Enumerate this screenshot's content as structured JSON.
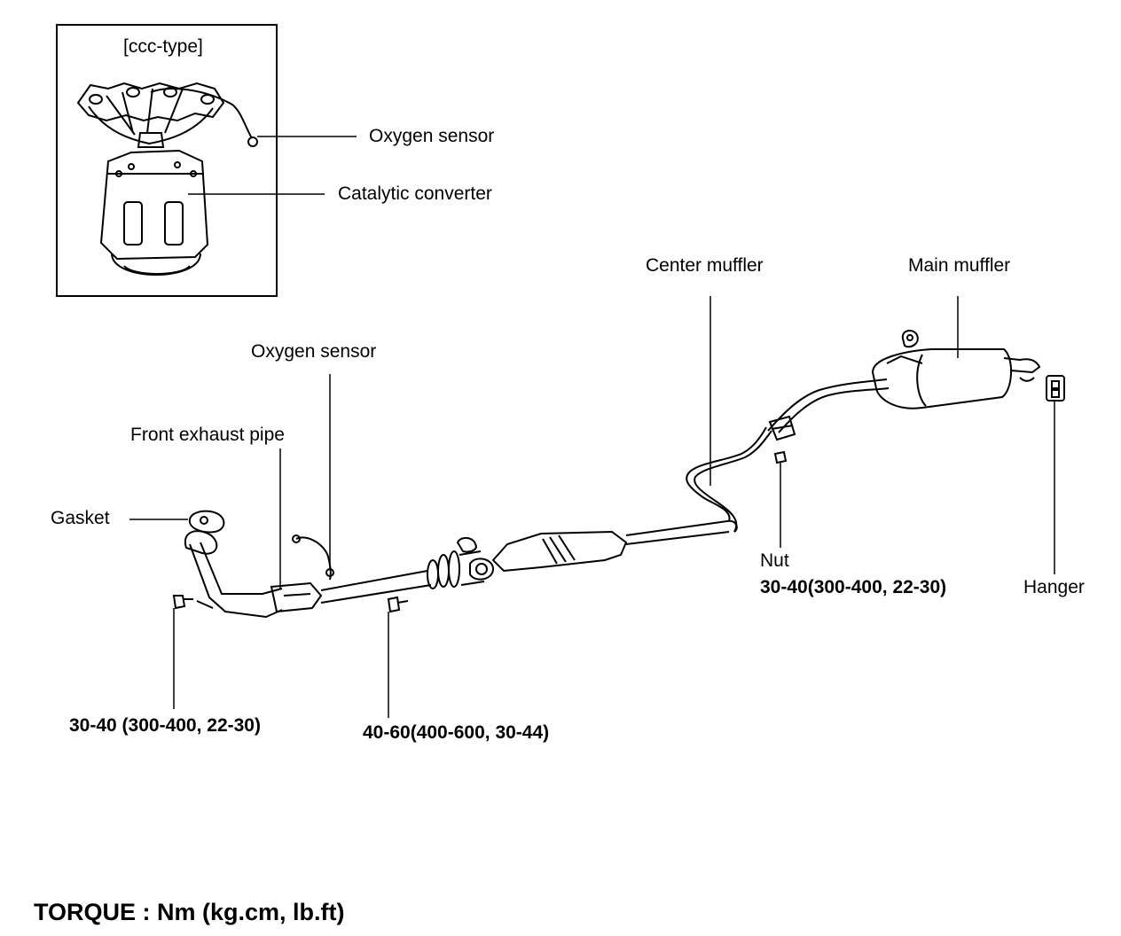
{
  "inset": {
    "title": "[ccc-type]",
    "oxygen_sensor": "Oxygen sensor",
    "catalytic_converter": "Catalytic converter"
  },
  "labels": {
    "center_muffler": "Center muffler",
    "main_muffler": "Main muffler",
    "oxygen_sensor": "Oxygen sensor",
    "front_exhaust_pipe": "Front exhaust pipe",
    "gasket": "Gasket",
    "nut": "Nut",
    "hanger": "Hanger"
  },
  "torques": {
    "nut_value": "30-40(300-400, 22-30)",
    "front_bolt": "30-40 (300-400, 22-30)",
    "flange_bolt": "40-60(400-600, 30-44)"
  },
  "footer": {
    "torque_units": "TORQUE : Nm (kg.cm, lb.ft)"
  }
}
